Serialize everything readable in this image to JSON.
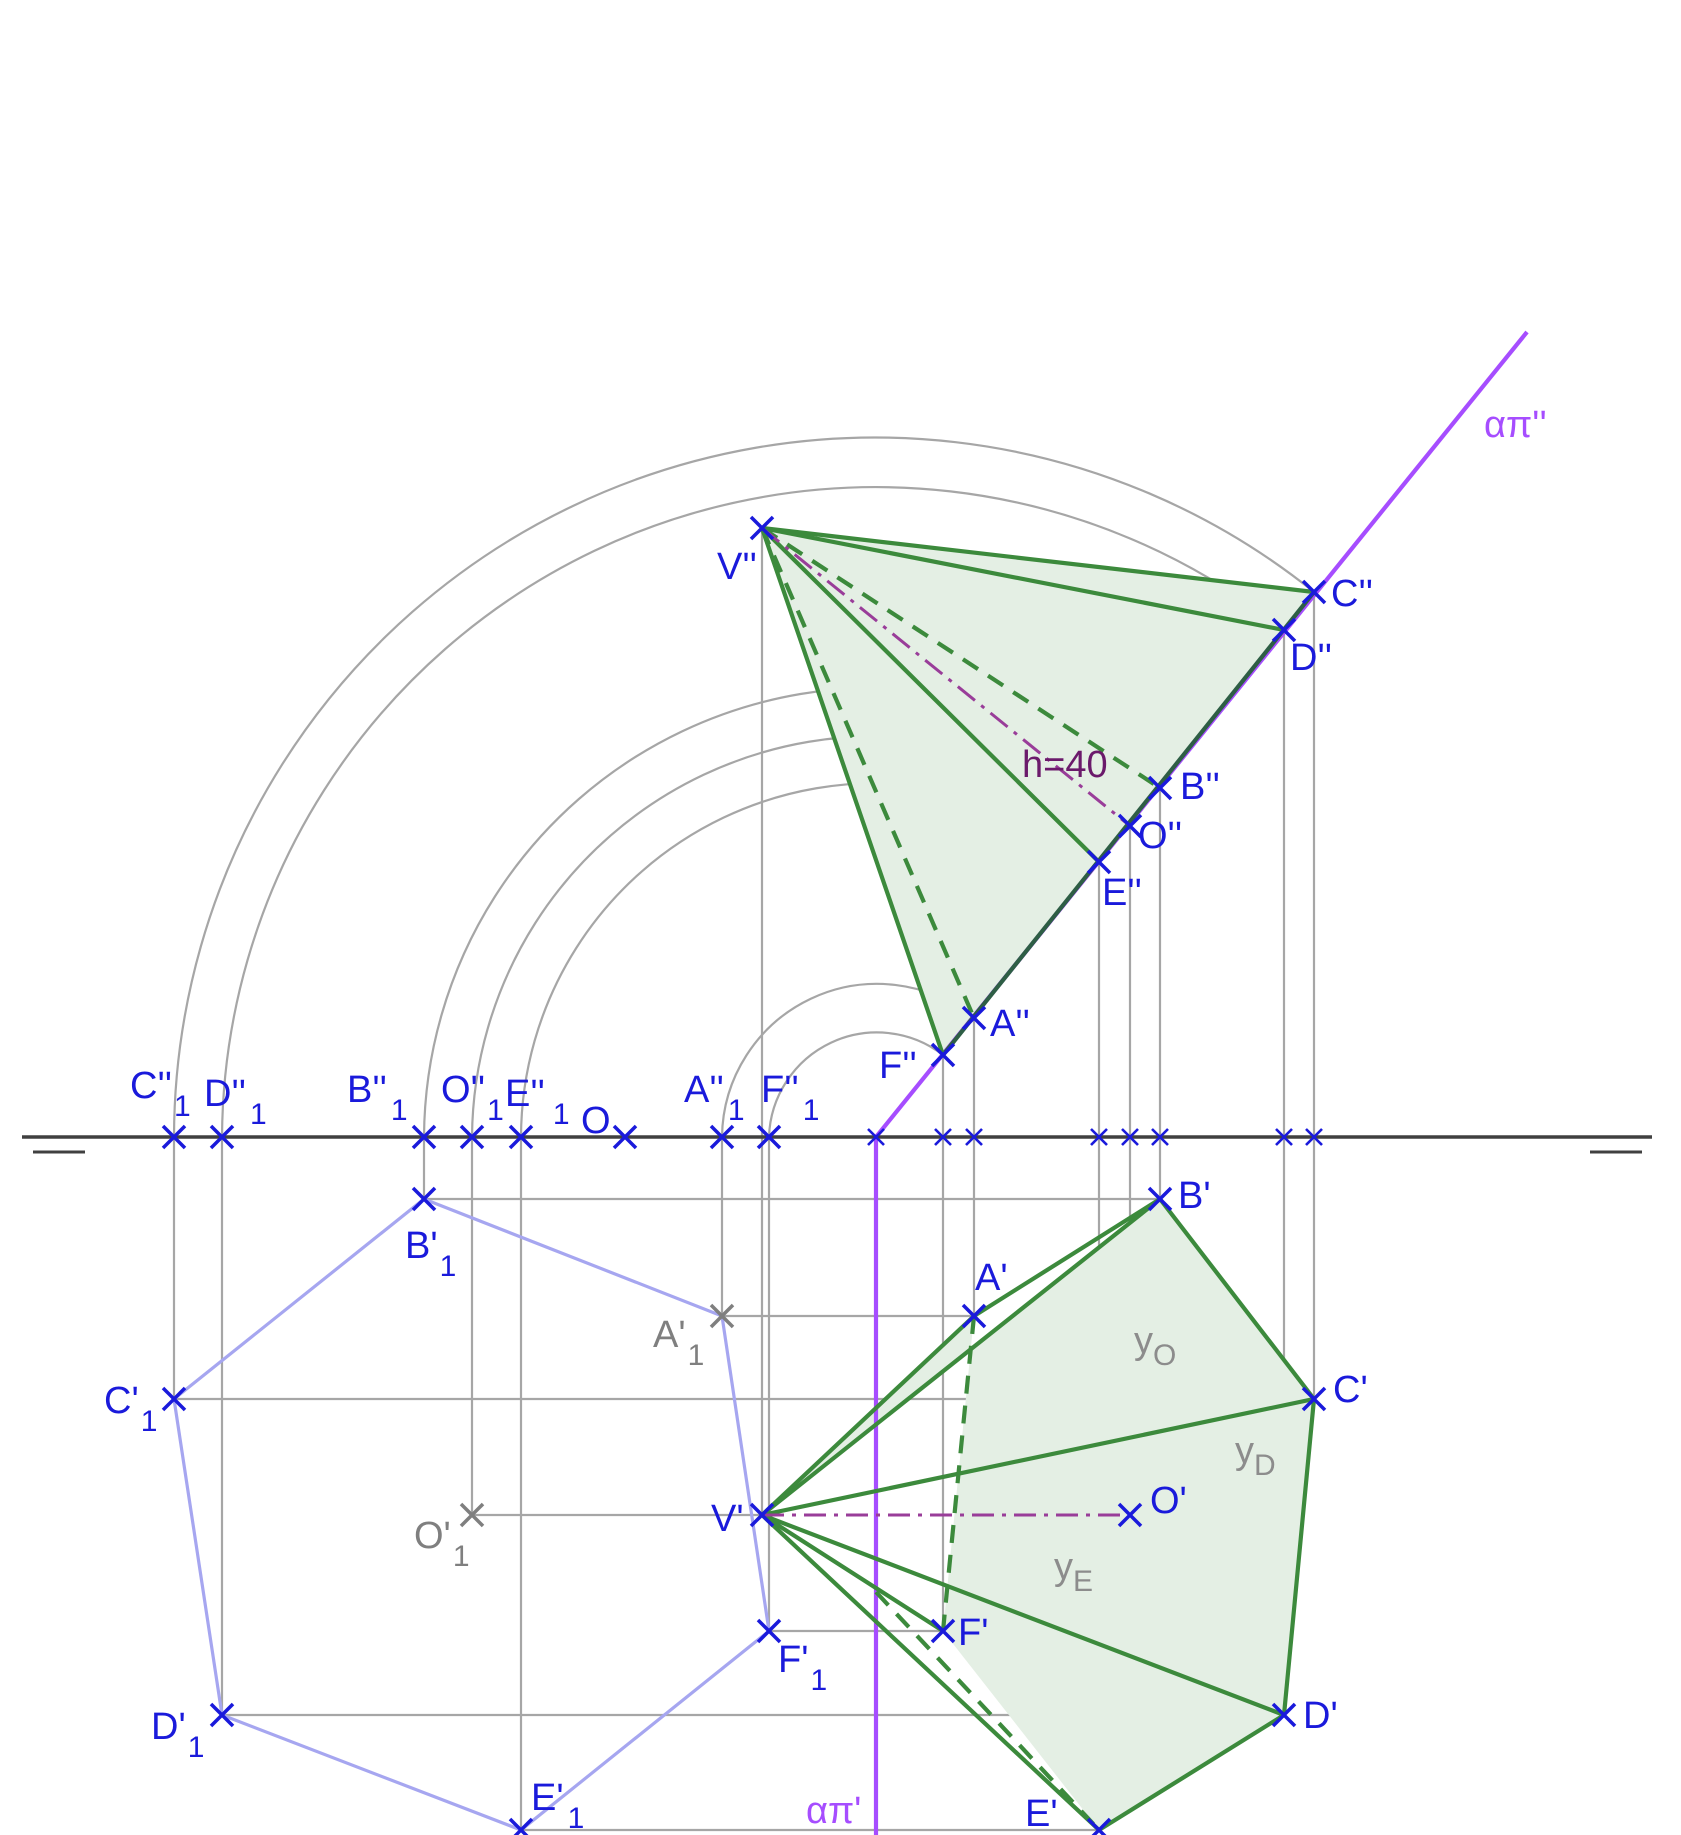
{
  "colors": {
    "point": "#1a1adb",
    "construction_point": "#7f7f7f",
    "plane": "#a64dff",
    "edge": "#3c8a3c",
    "face_fill": "#e4efe4",
    "revolved_base": "#a6a6f0",
    "height_line": "#993d99",
    "height_text": "#6b1a6b",
    "auxiliary": "#a6a6a6",
    "ground_line": "#404040",
    "y_text": "#8c8c8c"
  },
  "labels": {
    "plane_v": "απ''",
    "plane_h": "απ'",
    "height": "h=40",
    "y_o": "y",
    "y_o_sub": "O",
    "y_d": "y",
    "y_d_sub": "D",
    "y_e": "y",
    "y_e_sub": "E"
  },
  "points": {
    "V2": {
      "label": "V''"
    },
    "C2": {
      "label": "C''"
    },
    "D2": {
      "label": "D''"
    },
    "B2": {
      "label": "B''"
    },
    "O2": {
      "label": "O''"
    },
    "E2": {
      "label": "E''"
    },
    "A2": {
      "label": "A''"
    },
    "F2": {
      "label": "F''"
    },
    "C2_1": {
      "label": "C''",
      "sub": "1"
    },
    "D2_1": {
      "label": "D''",
      "sub": "1"
    },
    "B2_1": {
      "label": "B''",
      "sub": "1"
    },
    "O2_1": {
      "label": "O''",
      "sub": "1"
    },
    "E2_1": {
      "label": "E''",
      "sub": "1"
    },
    "O": {
      "label": "O"
    },
    "A2_1": {
      "label": "A''",
      "sub": "1"
    },
    "F2_1": {
      "label": "F''",
      "sub": "1"
    },
    "B1": {
      "label": "B'"
    },
    "A1": {
      "label": "A'"
    },
    "C1": {
      "label": "C'"
    },
    "O1": {
      "label": "O'"
    },
    "V1": {
      "label": "V'"
    },
    "F1": {
      "label": "F'"
    },
    "D1": {
      "label": "D'"
    },
    "E1": {
      "label": "E'"
    },
    "B1_1": {
      "label": "B'",
      "sub": "1"
    },
    "A1_1": {
      "label": "A'",
      "sub": "1"
    },
    "C1_1": {
      "label": "C'",
      "sub": "1"
    },
    "O1_1": {
      "label": "O'",
      "sub": "1"
    },
    "F1_1": {
      "label": "F'",
      "sub": "1"
    },
    "D1_1": {
      "label": "D'",
      "sub": "1"
    },
    "E1_1": {
      "label": "E'",
      "sub": "1"
    }
  }
}
